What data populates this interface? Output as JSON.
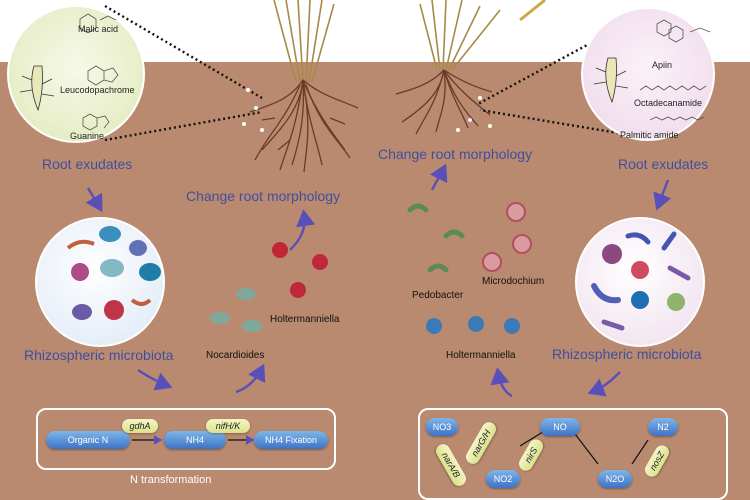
{
  "left": {
    "exudate_molecules": [
      "Malic acid",
      "Leucodopachrome",
      "Guanine"
    ],
    "root_exudates": "Root exudates",
    "change_root_morphology": "Change root morphology",
    "rhizospheric_microbiota": "Rhizospheric microbiota",
    "taxa": [
      "Holtermanniella",
      "Nocardioides"
    ],
    "n_box": {
      "nodes": [
        "Organic N",
        "NH4",
        "NH4 Fixation"
      ],
      "genes": [
        "gdhA",
        "nifH/K"
      ],
      "caption": "N transformation"
    }
  },
  "right": {
    "exudate_molecules": [
      "Apiin",
      "Octadecanamide",
      "Palmitic amide"
    ],
    "root_exudates": "Root exudates",
    "change_root_morphology": "Change root morphology",
    "rhizospheric_microbiota": "Rhizospheric microbiota",
    "taxa": [
      "Microdochium",
      "Pedobacter",
      "Holtermanniella"
    ],
    "n_box": {
      "nodes": [
        "NO3",
        "NO",
        "N2",
        "NO2",
        "N2O"
      ],
      "genes": [
        "narG/H",
        "nirS",
        "narA/B",
        "nosZ"
      ]
    }
  },
  "colors": {
    "soil": "#b98a6f",
    "label_blue": "#3f4f9f",
    "arrow": "#5a4fb8",
    "pill": "#4a83d0",
    "gene": "#e4e69a"
  }
}
